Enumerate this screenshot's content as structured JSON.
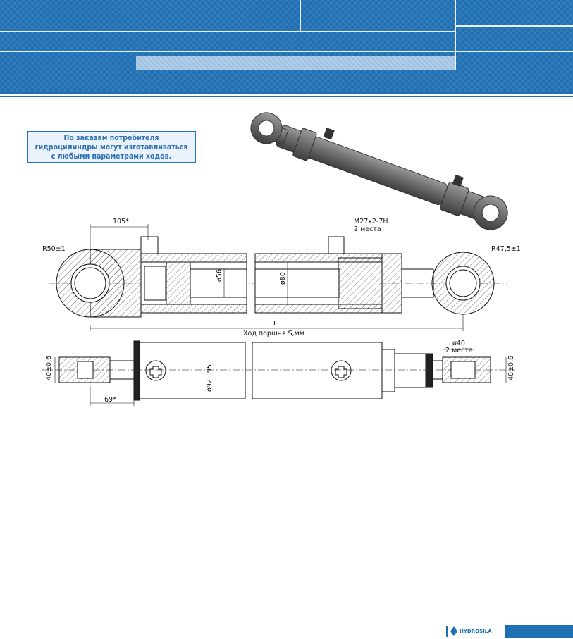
{
  "note": {
    "text": "По заказам потребителя\nгидроцилиндры могут изготавливаться\nс любыми параметрами ходов."
  },
  "drawing": {
    "dim_eye_offset": "105*",
    "thread_label": "M27x2-7H",
    "thread_count": "2 места",
    "radius_left": "R50±1",
    "radius_right": "R47,5±1",
    "rod_diameter": "ø56",
    "bore_diameter": "ø80",
    "length_label": "L",
    "stroke_label": "Ход поршня S,мм",
    "pin_hole_diameter": "ø40",
    "pin_hole_count": "2 места",
    "eye_width_left": "40±0,6",
    "eye_width_right": "40±0,6",
    "body_diameter": "ø92...95",
    "dim_bottom_offset": "69*"
  },
  "footer": {
    "brand": "HYDROSILA"
  },
  "colors": {
    "brand_blue": "#1f6fb3",
    "note_text": "#2a6fb5"
  }
}
